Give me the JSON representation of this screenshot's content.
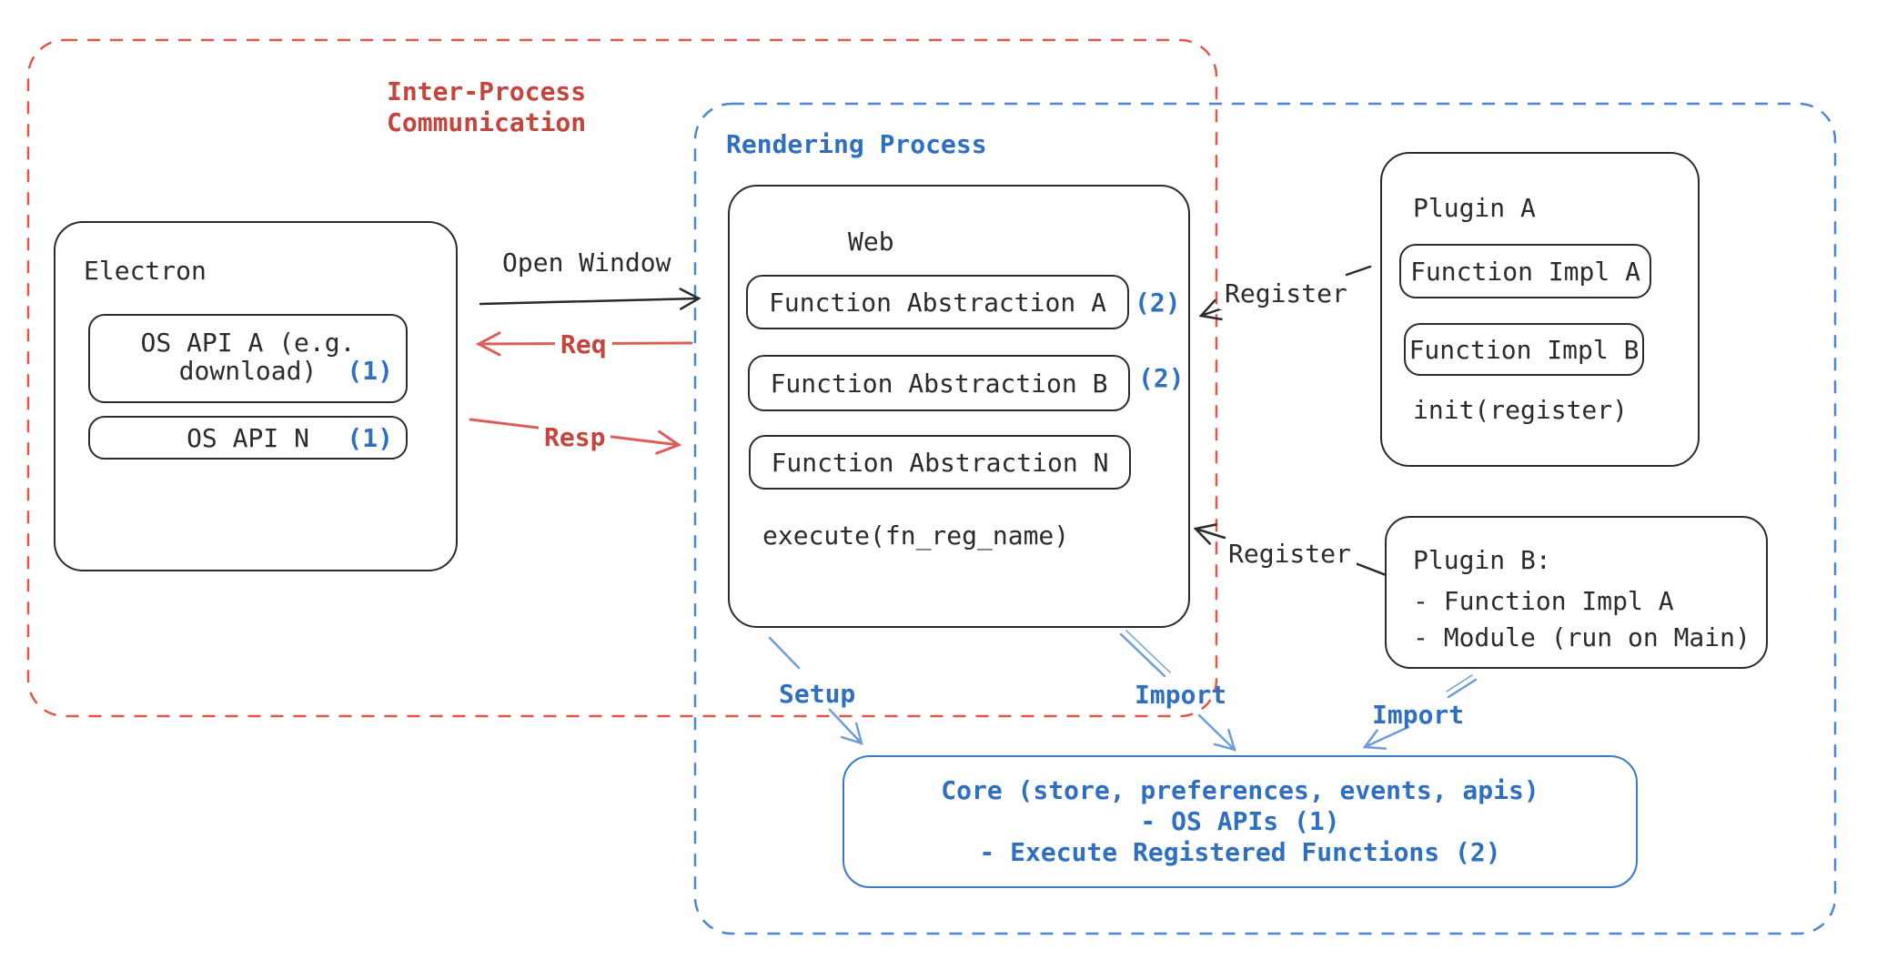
{
  "diagram": {
    "ipc_label": "Inter-Process\nCommunication",
    "rendering_process_label": "Rendering Process",
    "electron": {
      "title": "Electron",
      "os_api_a_line1": "OS API A (e.g.",
      "os_api_a_line2": "download)",
      "os_api_a_badge": "(1)",
      "os_api_n": "OS API N",
      "os_api_n_badge": "(1)"
    },
    "web": {
      "title": "Web",
      "fa_a": "Function Abstraction A",
      "fa_a_badge": "(2)",
      "fa_b": "Function Abstraction B",
      "fa_b_badge": "(2)",
      "fa_n": "Function Abstraction N",
      "execute": "execute(fn_reg_name)"
    },
    "plugin_a": {
      "title": "Plugin A",
      "impl_a": "Function Impl A",
      "impl_b": "Function Impl B",
      "init": "init(register)"
    },
    "plugin_b": {
      "title": "Plugin B:",
      "line1": "- Function Impl A",
      "line2": "- Module (run on Main)"
    },
    "core": {
      "line1": "Core (store, preferences, events, apis)",
      "line2": "- OS APIs (1)",
      "line3": "- Execute Registered Functions (2)"
    },
    "arrows": {
      "open_window": "Open Window",
      "req": "Req",
      "resp": "Resp",
      "register_top": "Register",
      "register_bottom": "Register",
      "setup": "Setup",
      "import_mid": "Import",
      "import_right": "Import"
    },
    "colors": {
      "ink": "#2b2b2e",
      "red_text": "#c5443c",
      "red_line": "#d9605a",
      "red_dash": "#e25549",
      "blue_text": "#2e6fc2",
      "blue_dash": "#4c86d9",
      "blue_line": "#6f9cda",
      "core_border": "#3a78c9"
    }
  }
}
